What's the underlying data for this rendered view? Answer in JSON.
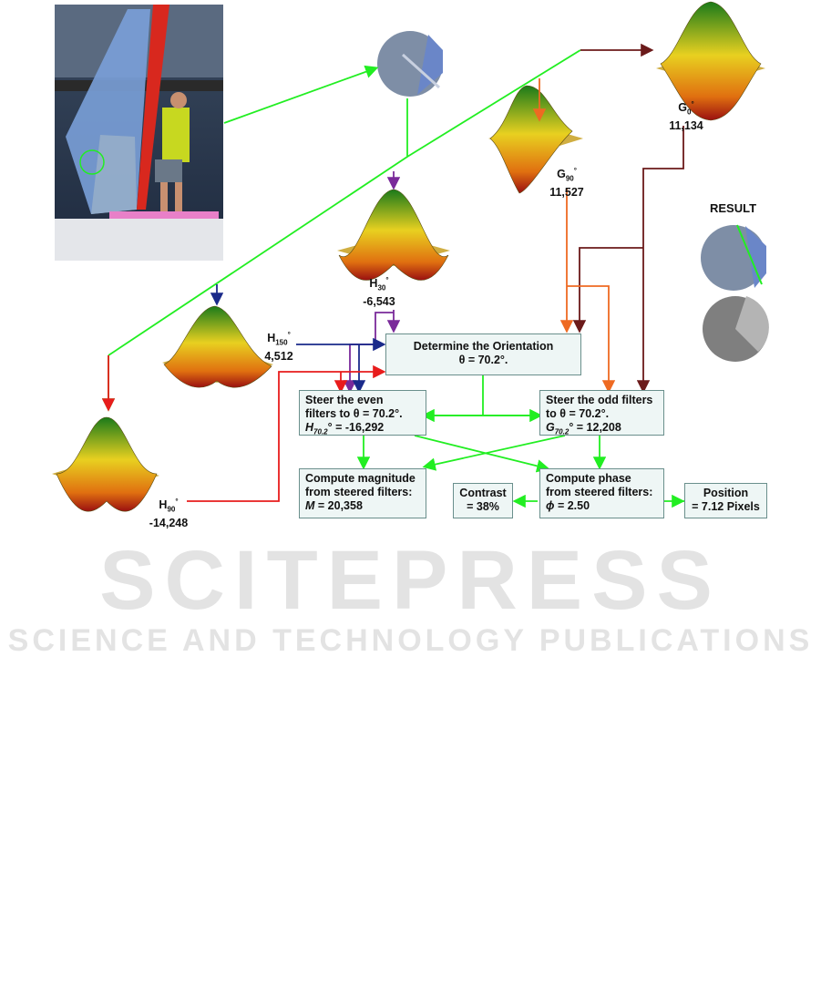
{
  "watermark": {
    "title": "SCITEPRESS",
    "subtitle": "SCIENCE AND TECHNOLOGY PUBLICATIONS"
  },
  "result": {
    "title": "RESULT"
  },
  "filters": {
    "g0": {
      "name": "G",
      "sub": "0",
      "deg": "°",
      "value": "11,134"
    },
    "g90": {
      "name": "G",
      "sub": "90",
      "deg": "°",
      "value": "11,527"
    },
    "h30": {
      "name": "H",
      "sub": "30",
      "deg": "°",
      "value": "-6,543"
    },
    "h150": {
      "name": "H",
      "sub": "150",
      "deg": "°",
      "value": "4,512"
    },
    "h90": {
      "name": "H",
      "sub": "90",
      "deg": "°",
      "value": "-14,248"
    }
  },
  "boxes": {
    "orientation": {
      "line1": "Determine the Orientation",
      "line2": "θ = 70.2°."
    },
    "steer_even": {
      "line1": "Steer the even",
      "line2": "filters to θ = 70.2°.",
      "var": "H",
      "sub": "70.2",
      "rest": "° = -16,292"
    },
    "steer_odd": {
      "line1": "Steer the odd filters",
      "line2": "to θ = 70.2°.",
      "var": "G",
      "sub": "70.2",
      "rest": "° = 12,208"
    },
    "magnitude": {
      "line1": "Compute magnitude",
      "line2": "from steered filters:",
      "var": "M",
      "rest": " = 20,358"
    },
    "contrast": {
      "line1": "Contrast",
      "line2": "= 38%"
    },
    "phase": {
      "line1": "Compute phase",
      "line2": "from steered filters:",
      "var": "ϕ",
      "rest": " = 2.50"
    },
    "position": {
      "line1": "Position",
      "line2": "= 7.12 Pixels"
    }
  },
  "colors": {
    "green": "#22ee22",
    "dark_red": "#6b1a1a",
    "orange": "#ee6a22",
    "purple": "#7a2a9a",
    "navy": "#1a2a8a",
    "red": "#e81c1c",
    "box_fill": "#eef6f5",
    "box_border": "#6a8f8c"
  }
}
